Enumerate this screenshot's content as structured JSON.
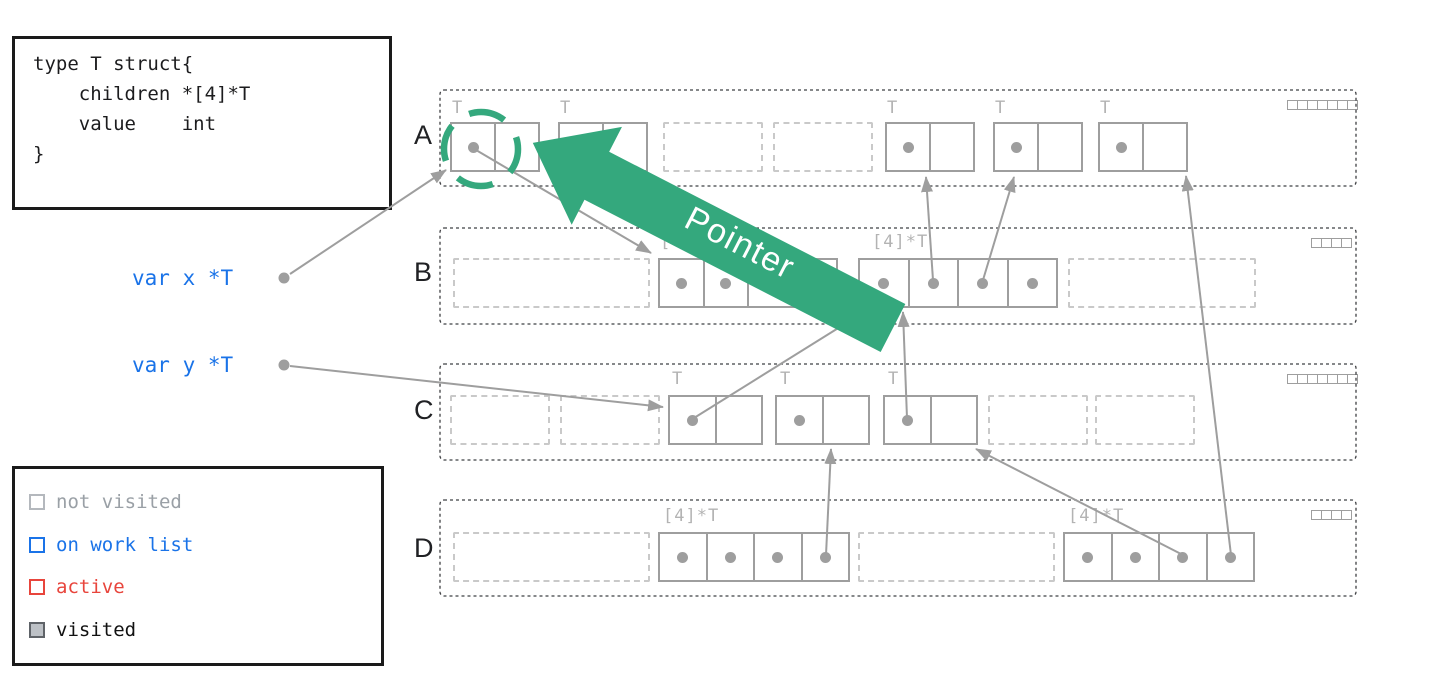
{
  "code": {
    "lines": [
      "type T struct{",
      "    children *[4]*T",
      "    value    int",
      "}"
    ]
  },
  "variables": {
    "x_label": "var x *T",
    "y_label": "var y *T"
  },
  "legend": {
    "items": [
      {
        "label": "not visited",
        "color": "#9aa0a6"
      },
      {
        "label": "on work list",
        "color": "#1a73e8"
      },
      {
        "label": "active",
        "color": "#e8453c"
      },
      {
        "label": "visited",
        "color": "#111111"
      }
    ]
  },
  "pointer_arrow": {
    "label": "Pointer",
    "color": "#34a87d"
  },
  "rows": {
    "a": {
      "label": "A",
      "type_labels": [
        "T",
        "T",
        "T",
        "T",
        "T"
      ],
      "bitmap_cells": 7
    },
    "b": {
      "label": "B",
      "type_labels": [
        "[4]",
        "[4]*T"
      ],
      "bitmap_cells": 4
    },
    "c": {
      "label": "C",
      "type_labels": [
        "T",
        "T",
        "T"
      ],
      "bitmap_cells": 7
    },
    "d": {
      "label": "D",
      "type_labels": [
        "[4]*T",
        "[4]*T"
      ],
      "bitmap_cells": 4
    }
  },
  "colors": {
    "accent_green": "#34a87d",
    "work_list_blue": "#1a73e8",
    "active_red": "#e8453c",
    "object_gray": "#9e9e9e"
  }
}
